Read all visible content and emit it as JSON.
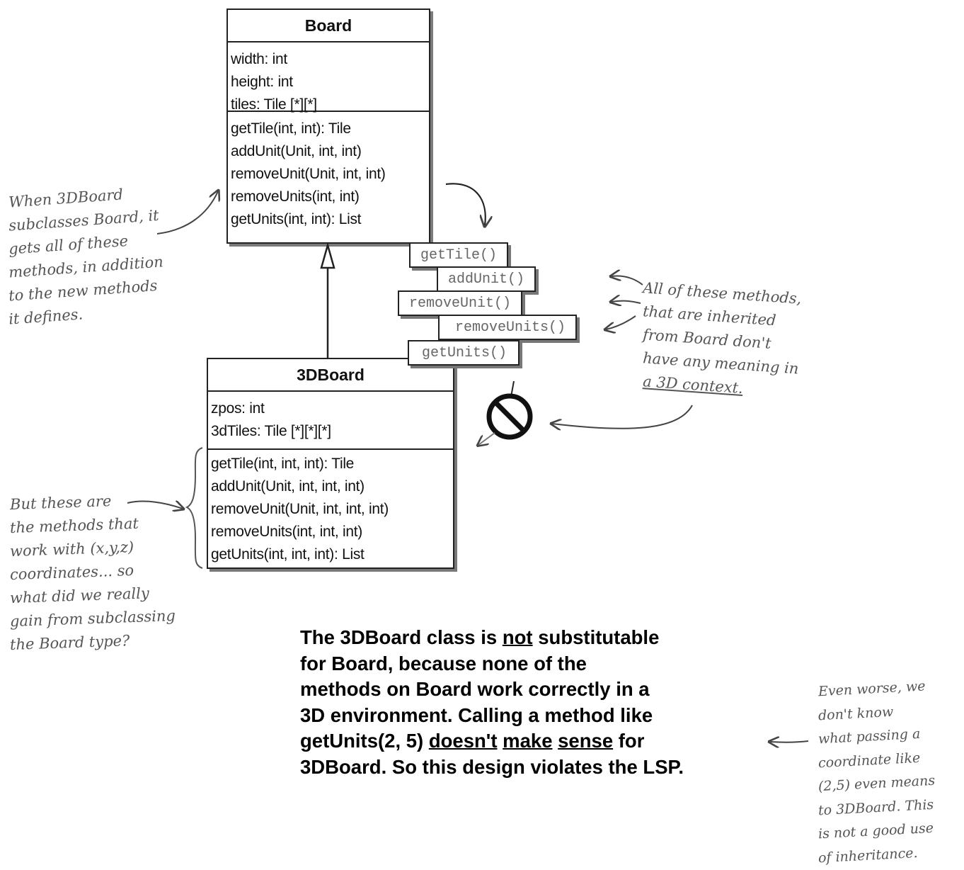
{
  "board": {
    "name": "Board",
    "attributes": [
      "width: int",
      "height: int",
      "tiles: Tile [*][*]"
    ],
    "methods": [
      "getTile(int, int): Tile",
      "addUnit(Unit, int, int)",
      "removeUnit(Unit, int, int)",
      "removeUnits(int, int)",
      "getUnits(int, int): List"
    ]
  },
  "board3d": {
    "name": "3DBoard",
    "attributes": [
      "zpos: int",
      "3dTiles: Tile [*][*][*]"
    ],
    "methods": [
      "getTile(int, int, int): Tile",
      "addUnit(Unit, int, int, int)",
      "removeUnit(Unit, int, int, int)",
      "removeUnits(int, int, int)",
      "getUnits(int, int, int): List"
    ]
  },
  "inherited_tags": [
    "getTile()",
    "addUnit()",
    "removeUnit()",
    "removeUnits()",
    "getUnits()"
  ],
  "notes": {
    "left_top": [
      "When 3DBoard",
      "subclasses Board, it",
      "gets all of these",
      "methods, in addition",
      "to the new methods",
      "it defines."
    ],
    "right": [
      "All of these methods,",
      "that are inherited",
      "from Board don't",
      "have any meaning in",
      "a 3D context."
    ],
    "left_bottom": [
      "But these are",
      "the methods that",
      "work with (x,y,z)",
      "coordinates... so",
      "what did we really",
      "gain from subclassing",
      "the Board type?"
    ],
    "bottom_right": [
      "Even worse, we",
      "don't know",
      "what passing a",
      "coordinate like",
      "(2,5) even means",
      "to 3DBoard. This",
      "is not a good use",
      "of inheritance."
    ]
  },
  "statement": [
    "The 3DBoard class is not substitutable",
    "for Board, because none of the",
    "methods on Board work correctly in a",
    "3D environment. Calling a method like",
    "getUnits(2, 5) doesn't make sense for",
    "3DBoard. So this design violates the LSP."
  ]
}
